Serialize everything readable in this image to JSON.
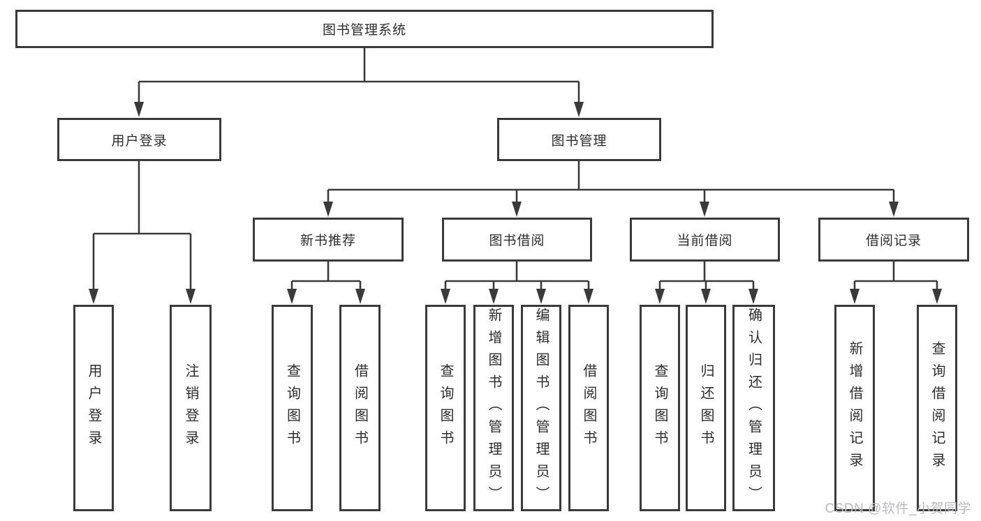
{
  "tree": {
    "root": {
      "label": "图书管理系统"
    },
    "branches": [
      {
        "label": "用户登录",
        "children": [
          {
            "label": "用户登录"
          },
          {
            "label": "注销登录"
          }
        ]
      },
      {
        "label": "图书管理",
        "children": [
          {
            "label": "新书推荐",
            "children": [
              {
                "label": "查询图书"
              },
              {
                "label": "借阅图书"
              }
            ]
          },
          {
            "label": "图书借阅",
            "children": [
              {
                "label": "查询图书"
              },
              {
                "label": "新增图书（管理员）"
              },
              {
                "label": "编辑图书（管理员）"
              },
              {
                "label": "借阅图书"
              }
            ]
          },
          {
            "label": "当前借阅",
            "children": [
              {
                "label": "查询图书"
              },
              {
                "label": "归还图书"
              },
              {
                "label": "确认归还（管理员）"
              }
            ]
          },
          {
            "label": "借阅记录",
            "children": [
              {
                "label": "新增借阅记录"
              },
              {
                "label": "查询借阅记录"
              }
            ]
          }
        ]
      }
    ]
  },
  "watermark": {
    "text": "CSDN @软件_小贺同学"
  },
  "colors": {
    "line": "#3a3a3a",
    "box_border": "#3a3a3a",
    "text": "#2d2d2d",
    "watermark": "#b6bcc2",
    "background": "#ffffff"
  }
}
